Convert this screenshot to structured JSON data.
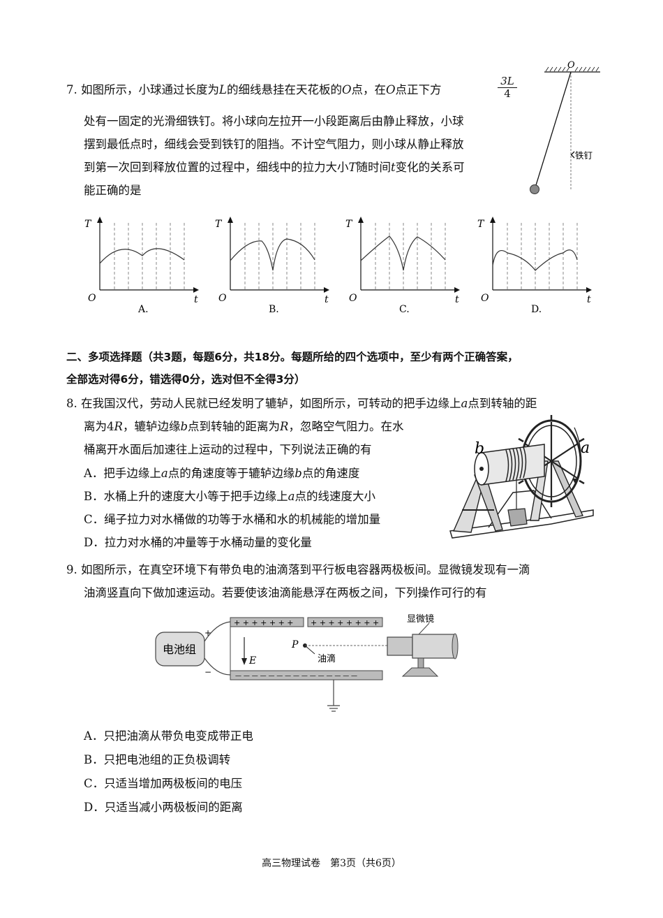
{
  "q7": {
    "num": "7.",
    "line1_a": "如图所示，小球通过长度为",
    "sym_L": "L",
    "line1_b": "的细线悬挂在天花板的",
    "sym_O1": "O",
    "line1_c": "点，在",
    "sym_O2": "O",
    "line1_d": "点正下方",
    "frac_num": "3L",
    "frac_den": "4",
    "line2": "处有一固定的光滑细铁钉。将小球向左拉开一小段距离后由静止释放，小球",
    "line3": "摆到最低点时，细线会受到铁钉的阻挡。不计空气阻力，则小球从静止释放",
    "line4_a": "到第一次回到释放位置的过程中，细线中的拉力大小",
    "sym_T": "T",
    "line4_b": "随时间",
    "sym_t": "t",
    "line4_c": "变化的关系可",
    "line5": "能正确的是",
    "fig_O": "O",
    "fig_nail": "铁钉",
    "graph_T": "T",
    "graph_O": "O",
    "graph_t": "t",
    "options": [
      "A.",
      "B.",
      "C.",
      "D."
    ]
  },
  "section2": {
    "line1": "二、多项选择题（共3题，每题6分，共18分。每题所给的四个选项中，至少有两个正确答案，",
    "line2": "全部选对得6分，错选得0分，选对但不全得3分）"
  },
  "q8": {
    "num": "8.",
    "line1_a": "在我国汉代，劳动人民就已经发明了辘轳，如图所示，可转动的把手边缘上",
    "sym_a": "a",
    "line1_b": "点到转轴的距",
    "line2_a": "离为4",
    "sym_R1": "R",
    "line2_b": "，辘轳边缘",
    "sym_b": "b",
    "line2_c": "点到转轴的距离为",
    "sym_R2": "R",
    "line2_d": "，忽略空气阻力。在水",
    "line3": "桶离开水面后加速往上运动的过程中，下列说法正确的有",
    "optA_a": "A．把手边缘上",
    "optA_sa": "a",
    "optA_b": "点的角速度等于辘轳边缘",
    "optA_sb": "b",
    "optA_c": "点的角速度",
    "optB_a": "B．水桶上升的速度大小等于把手边缘上",
    "optB_sa": "a",
    "optB_b": "点的线速度大小",
    "optC": "C．绳子拉力对水桶做的功等于水桶和水的机械能的增加量",
    "optD": "D．拉力对水桶的冲量等于水桶动量的变化量",
    "fig_b": "b",
    "fig_a": "a"
  },
  "q9": {
    "num": "9.",
    "line1": "如图所示，在真空环境下有带负电的油滴落到平行板电容器两极板间。显微镜发现有一滴",
    "line2": "油滴竖直向下做加速运动。若要使该油滴能悬浮在两板之间，下列操作可行的有",
    "battery": "电池组",
    "plus": "+",
    "minus": "−",
    "top_plate": "+ + + + + + +",
    "top_plate2": "+ + + + + + + +",
    "bottom_plate": "— — — — — — — — — — — — — — —",
    "E": "E",
    "P": "P",
    "drop": "油滴",
    "microscope": "显微镜",
    "optA": "A．只把油滴从带负电变成带正电",
    "optB": "B．只把电池组的正负极调转",
    "optC": "C．只适当增加两极板间的电压",
    "optD": "D．只适当减小两极板间的距离"
  },
  "footer": "高三物理试卷　第3页（共6页）"
}
